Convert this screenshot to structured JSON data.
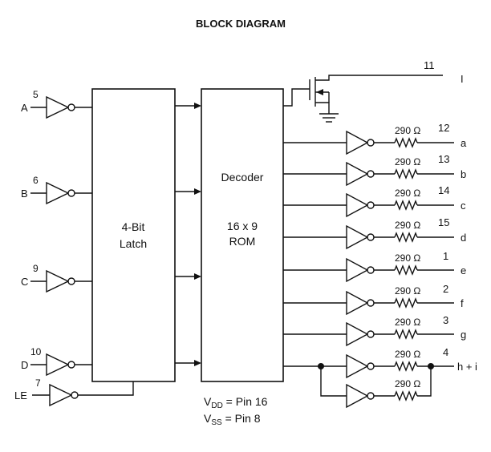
{
  "title": "BLOCK DIAGRAM",
  "latch": {
    "line1": "4-Bit",
    "line2": "Latch"
  },
  "decoder": {
    "line1": "Decoder",
    "line2": "16 x 9",
    "line3": "ROM"
  },
  "inputs": [
    {
      "label": "A",
      "pin": "5"
    },
    {
      "label": "B",
      "pin": "6"
    },
    {
      "label": "C",
      "pin": "9"
    },
    {
      "label": "D",
      "pin": "10"
    },
    {
      "label": "LE",
      "pin": "7"
    }
  ],
  "outputs": [
    {
      "label": "a",
      "pin": "12",
      "resistor": "290 Ω"
    },
    {
      "label": "b",
      "pin": "13",
      "resistor": "290 Ω"
    },
    {
      "label": "c",
      "pin": "14",
      "resistor": "290 Ω"
    },
    {
      "label": "d",
      "pin": "15",
      "resistor": "290 Ω"
    },
    {
      "label": "e",
      "pin": "1",
      "resistor": "290 Ω"
    },
    {
      "label": "f",
      "pin": "2",
      "resistor": "290 Ω"
    },
    {
      "label": "g",
      "pin": "3",
      "resistor": "290 Ω"
    },
    {
      "label": "h + i",
      "pin": "4",
      "resistor": "290 Ω",
      "resistor2": "290 Ω"
    }
  ],
  "transistor": {
    "pin": "11",
    "label": "I"
  },
  "supply": {
    "vdd_prefix": "V",
    "vdd_sub": "DD",
    "vdd_text": " = Pin 16",
    "vss_prefix": "V",
    "vss_sub": "SS",
    "vss_text": " = Pin 8"
  }
}
